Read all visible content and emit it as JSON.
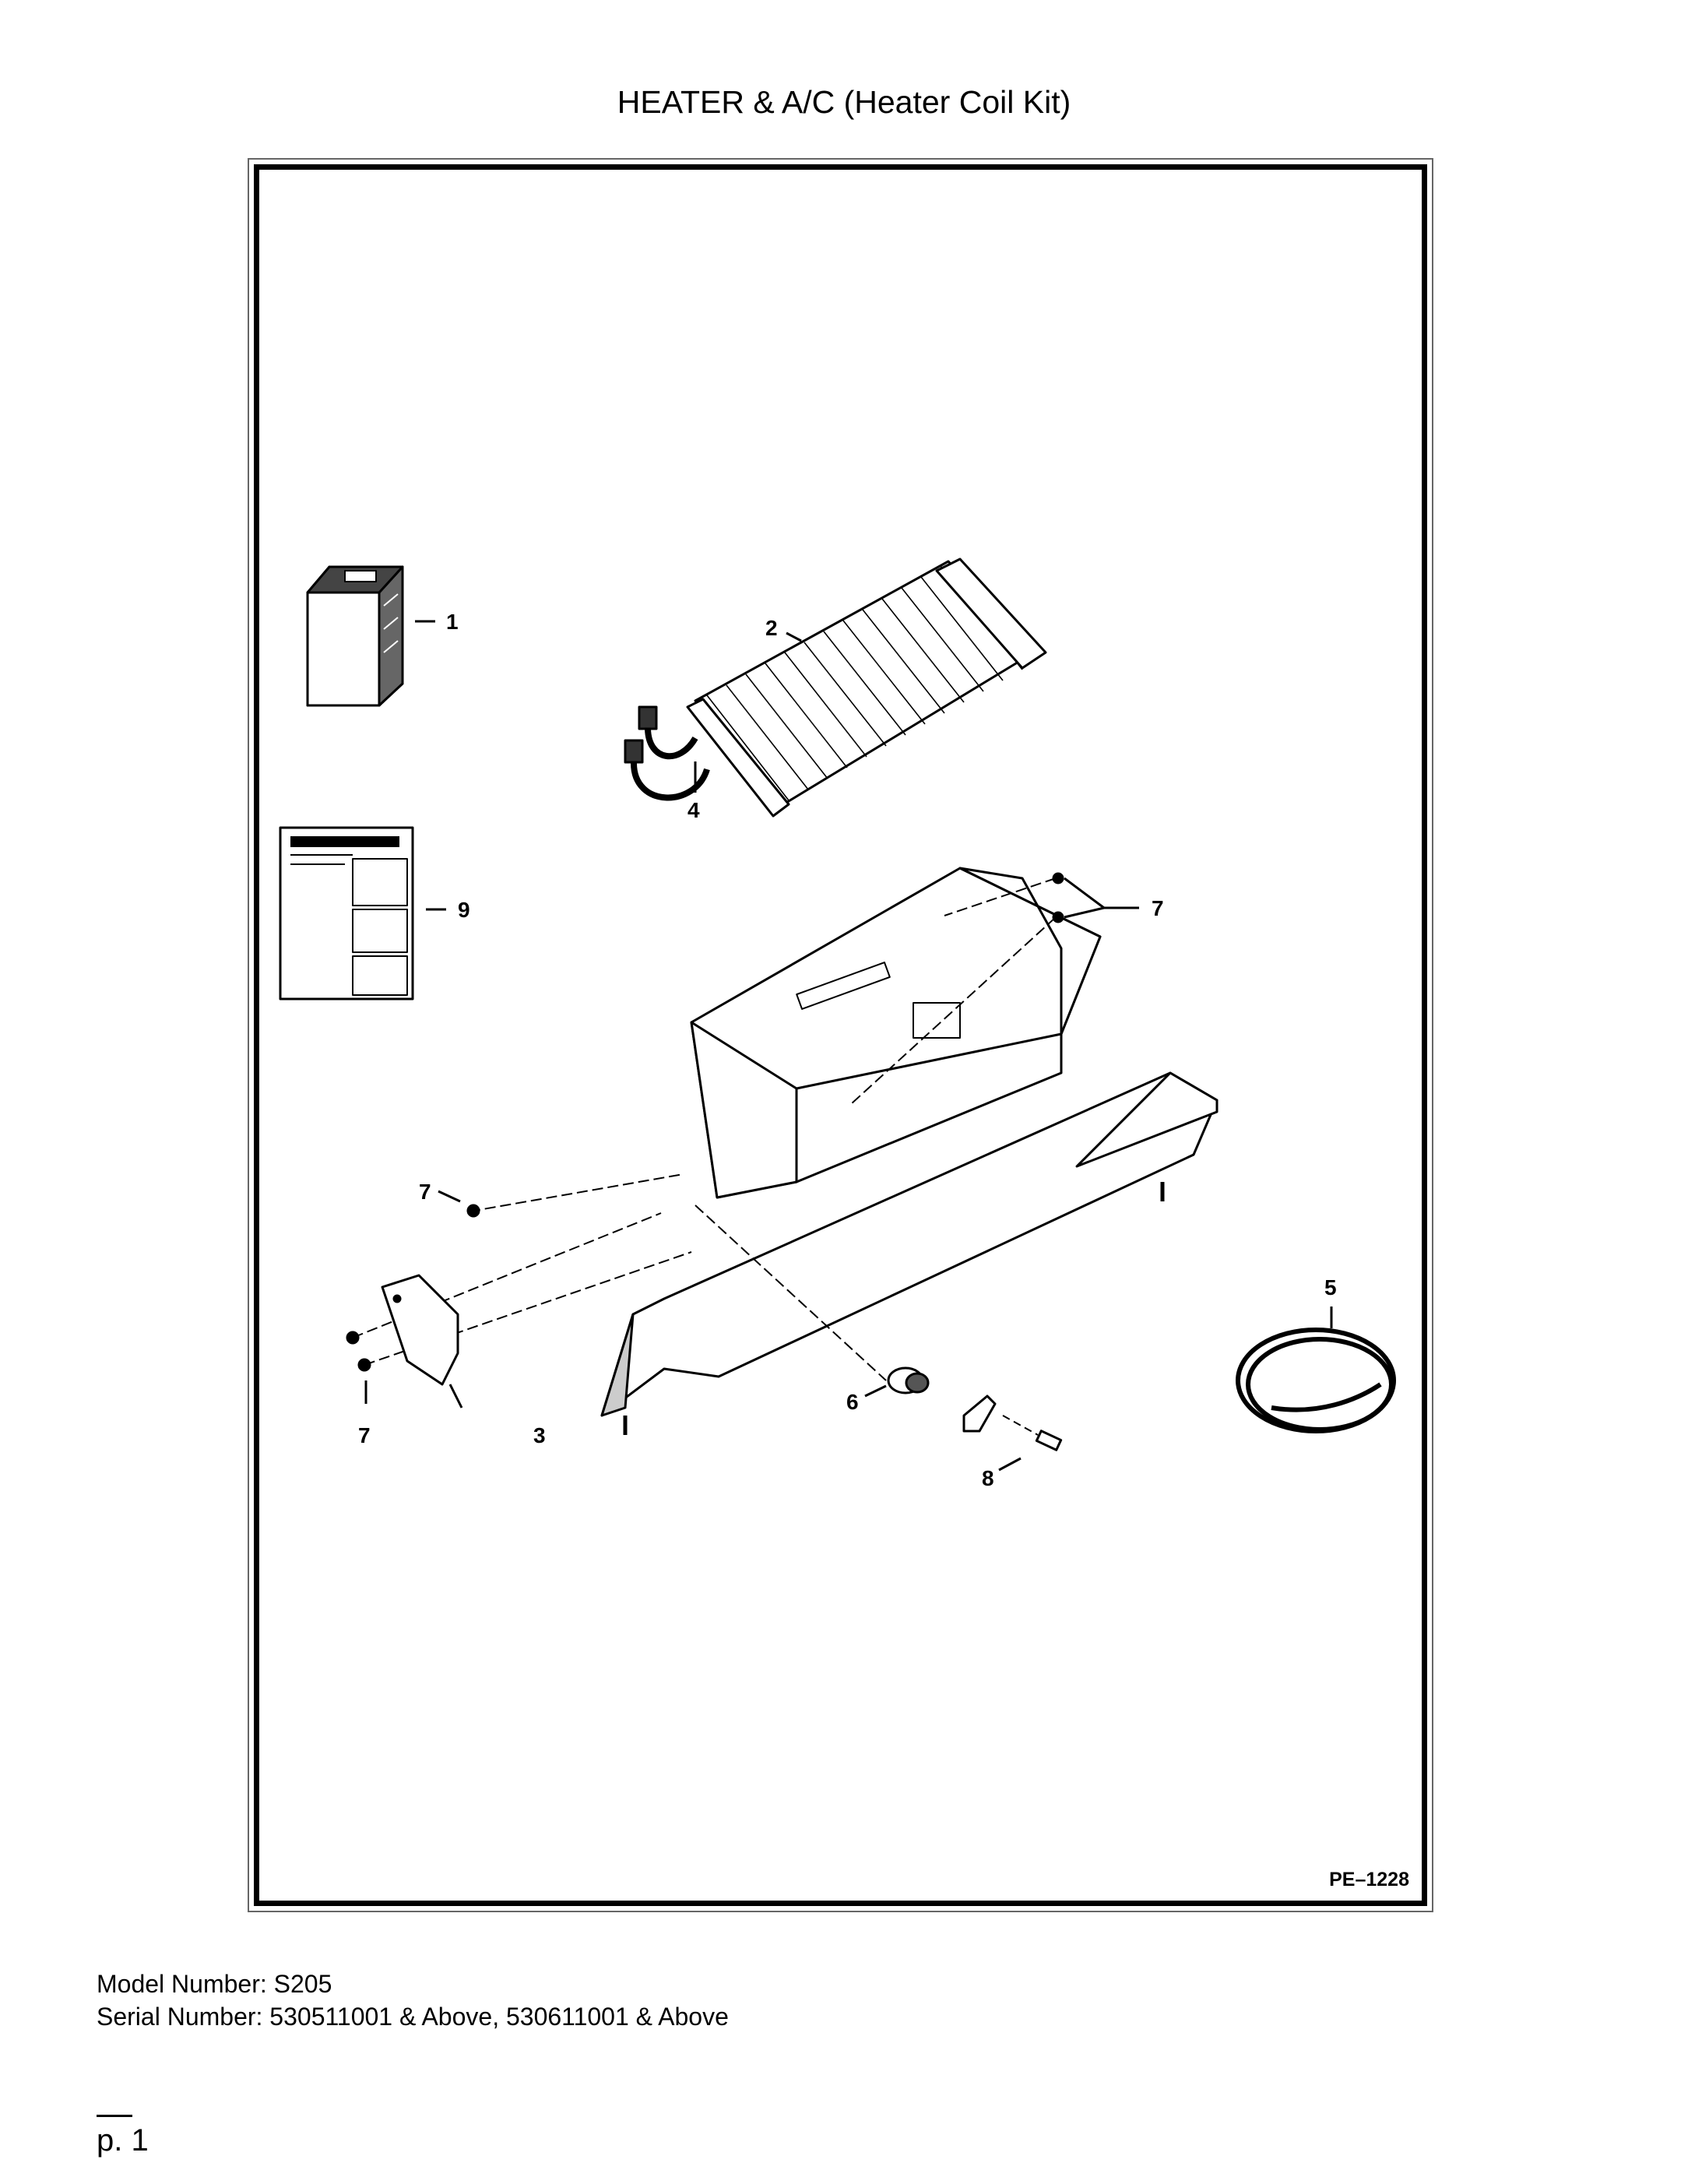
{
  "page": {
    "title": "HEATER & A/C (Heater Coil Kit)",
    "figure_id": "PE–1228",
    "model_line": "Model Number: S205",
    "serial_line": "Serial Number: 530511001 & Above, 530611001 & Above",
    "page_number": "p. 1"
  },
  "callouts": [
    "1",
    "2",
    "3",
    "4",
    "5",
    "6",
    "7",
    "7",
    "7",
    "8",
    "9"
  ]
}
